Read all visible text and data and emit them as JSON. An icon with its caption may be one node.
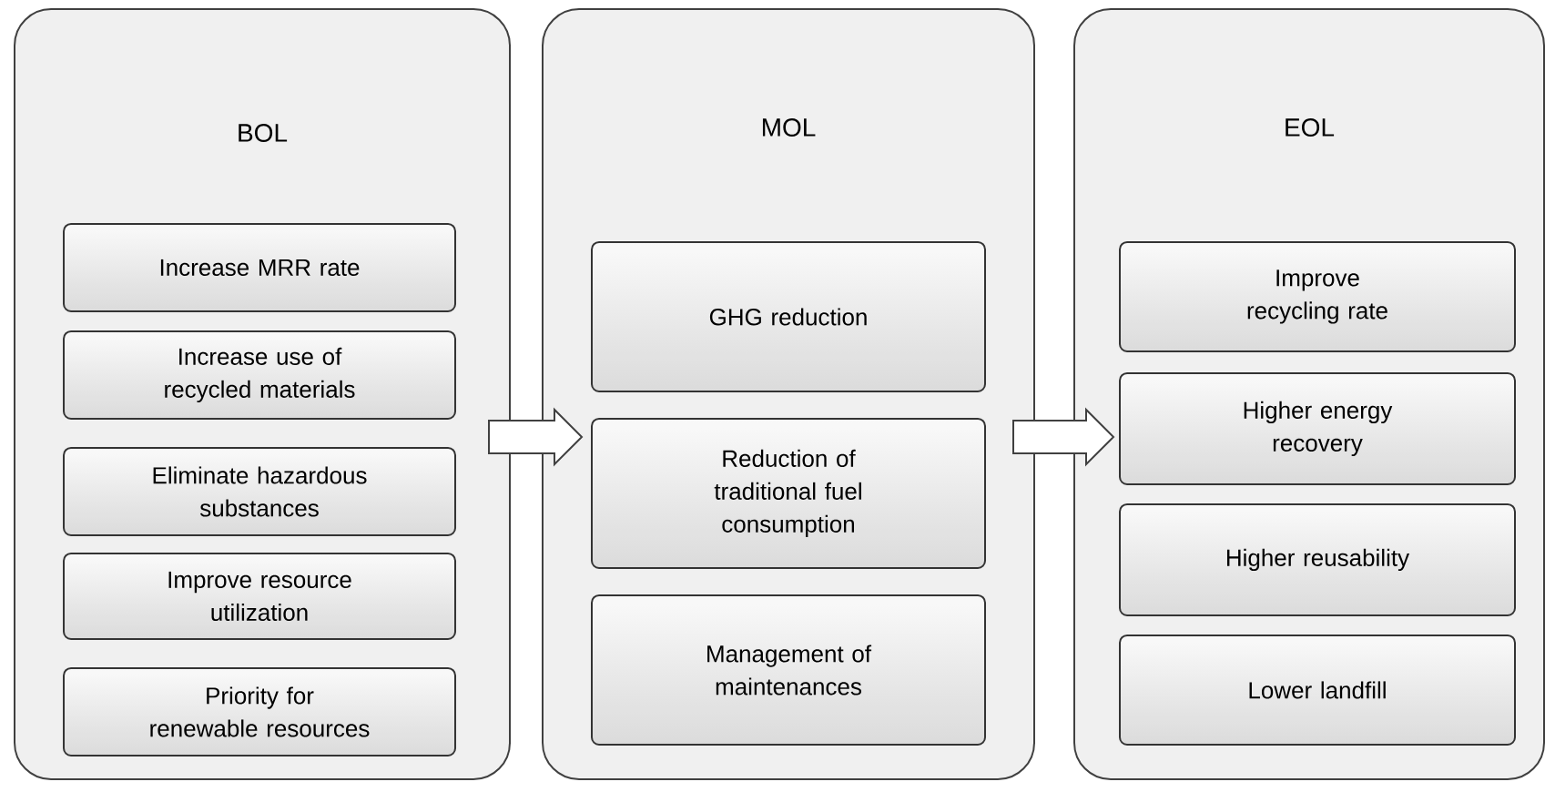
{
  "diagram": {
    "nodes": [
      {
        "text": [
          "BOL"
        ]
      },
      {
        "text": [
          "Increase MRR rate"
        ],
        "in": 0
      },
      {
        "text": [
          "Increase use of recycled materials"
        ],
        "in": 0
      },
      {
        "text": [
          "Eliminate hazardous substances"
        ],
        "in": 0
      },
      {
        "text": [
          "Improve resource utilization"
        ],
        "in": 0
      },
      {
        "text": [
          "Priority for renewable resources"
        ],
        "in": 0
      },
      {
        "text": [
          "MOL"
        ]
      },
      {
        "text": [
          "GHG reduction"
        ],
        "in": 6
      },
      {
        "text": [
          "Reduction of traditional fuel consumption"
        ],
        "in": 6
      },
      {
        "text": [
          "Management of maintenances"
        ],
        "in": 6
      },
      {
        "text": [
          "EOL"
        ]
      },
      {
        "text": [
          "Improve recycling rate"
        ],
        "in": 10
      },
      {
        "text": [
          "Higher energy recovery"
        ],
        "in": 10
      },
      {
        "text": [
          "Higher reusability"
        ],
        "in": 10
      },
      {
        "text": [
          "Lower landfill"
        ],
        "in": 10
      }
    ],
    "edges": [
      {
        "from": 0,
        "to": 6,
        "arrow": "to"
      },
      {
        "from": 6,
        "to": 10,
        "arrow": "to"
      }
    ]
  }
}
